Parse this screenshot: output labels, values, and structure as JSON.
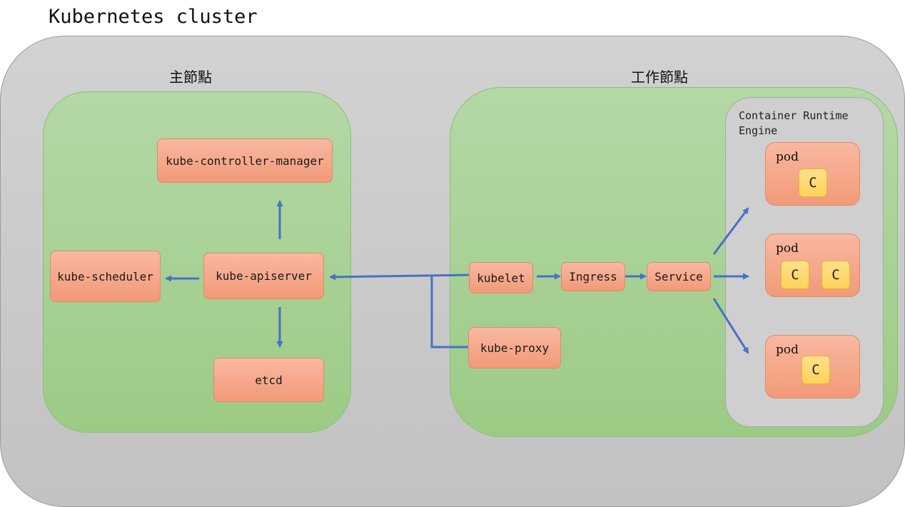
{
  "title": "Kubernetes cluster",
  "master": {
    "label": "主節點",
    "components": {
      "controller_manager": "kube-controller-manager",
      "scheduler": "kube-scheduler",
      "apiserver": "kube-apiserver",
      "etcd": "etcd"
    }
  },
  "worker": {
    "label": "工作節點",
    "components": {
      "kubelet": "kubelet",
      "ingress": "Ingress",
      "service": "Service",
      "kube_proxy": "kube-proxy"
    },
    "runtime": {
      "label": "Container Runtime Engine",
      "pods": [
        {
          "label": "pod",
          "containers": [
            "C"
          ]
        },
        {
          "label": "pod",
          "containers": [
            "C",
            "C"
          ]
        },
        {
          "label": "pod",
          "containers": [
            "C"
          ]
        }
      ]
    }
  },
  "colors": {
    "cluster_bg": "#c9c9c9",
    "node_bg": "#a8d295",
    "component": "#f4a98a",
    "container": "#ffd966",
    "arrow": "#4472c4"
  }
}
